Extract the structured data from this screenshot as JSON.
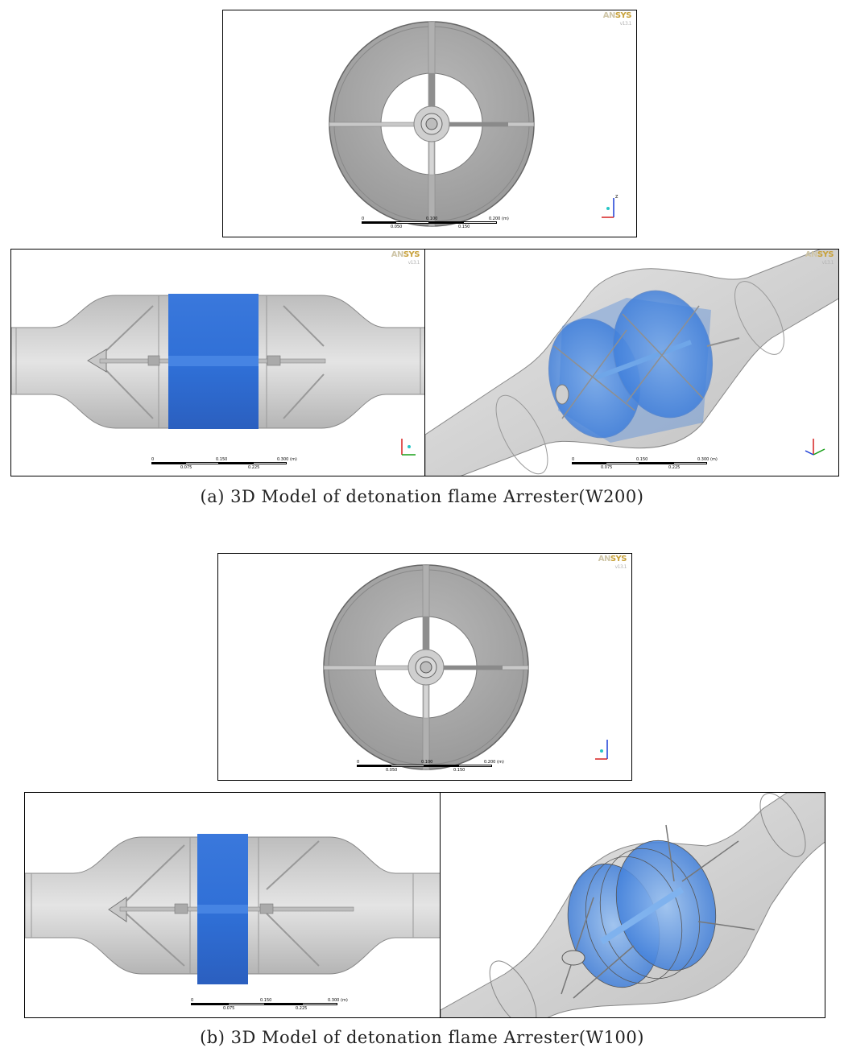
{
  "figure_a": {
    "caption": "(a) 3D Model of detonation flame Arrester(W200)",
    "front_view": {
      "scale": [
        "0",
        "0.100",
        "0.200",
        "(m)",
        "0.050",
        "0.150"
      ]
    },
    "side_view": {
      "scale": [
        "0",
        "0.150",
        "0.300",
        "(m)",
        "0.075",
        "0.225"
      ]
    },
    "iso_view": {
      "scale": [
        "0",
        "0.150",
        "0.300",
        "(m)",
        "0.075",
        "0.225"
      ]
    }
  },
  "figure_b": {
    "caption": "(b) 3D Model of detonation flame Arrester(W100)",
    "front_view": {
      "scale": [
        "0",
        "0.100",
        "0.200",
        "(m)",
        "0.050",
        "0.150"
      ]
    },
    "side_view": {
      "scale": [
        "0",
        "0.150",
        "0.300",
        "(m)",
        "0.075",
        "0.225"
      ]
    }
  },
  "logo": {
    "an": "AN",
    "sys": "SYS",
    "version": "v13.1"
  },
  "colors": {
    "element_blue": "#2f6fd6",
    "housing_gray": "#c9c9c9",
    "dark_gray": "#9a9a9a"
  }
}
